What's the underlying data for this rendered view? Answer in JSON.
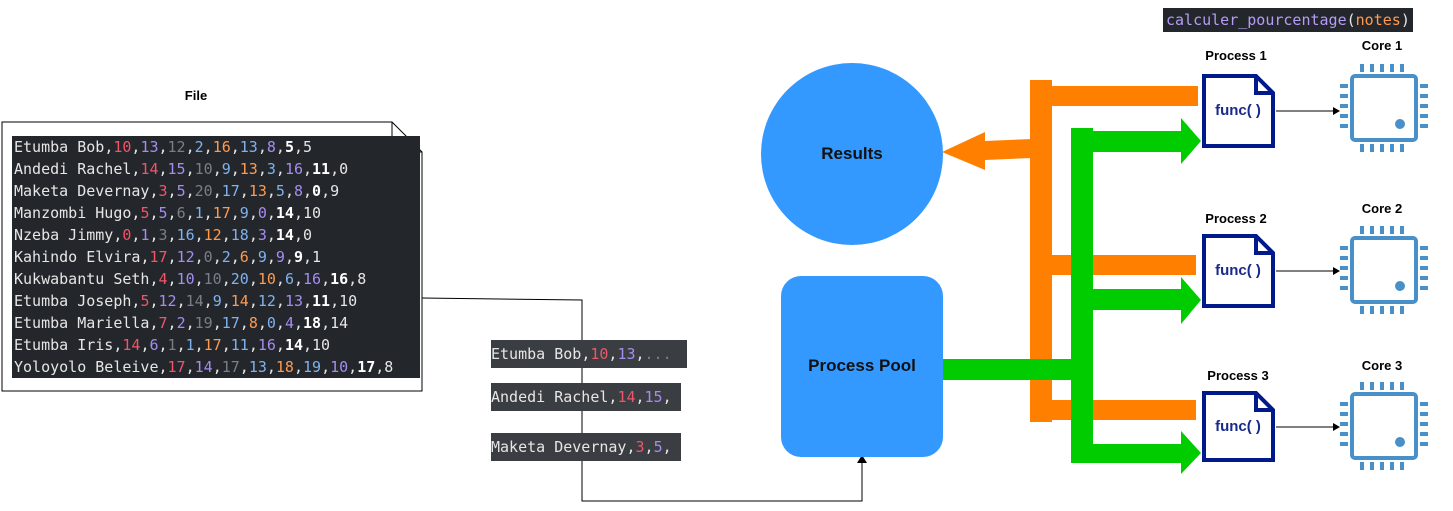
{
  "file_label": "File",
  "file_lines": [
    {
      "name": "Etumba Bob",
      "nums": [
        "10",
        "13",
        "12",
        "2",
        "16",
        "13",
        "8"
      ],
      "bold": "5",
      "last": "5"
    },
    {
      "name": "Andedi Rachel",
      "nums": [
        "14",
        "15",
        "10",
        "9",
        "13",
        "3",
        "16"
      ],
      "bold": "11",
      "last": "0"
    },
    {
      "name": "Maketa Devernay",
      "nums": [
        "3",
        "5",
        "20",
        "17",
        "13",
        "5",
        "8"
      ],
      "bold": "0",
      "last": "9"
    },
    {
      "name": "Manzombi Hugo",
      "nums": [
        "5",
        "5",
        "6",
        "1",
        "17",
        "9",
        "0"
      ],
      "bold": "14",
      "last": "10"
    },
    {
      "name": "Nzeba Jimmy",
      "nums": [
        "0",
        "1",
        "3",
        "16",
        "12",
        "18",
        "3"
      ],
      "bold": "14",
      "last": "0"
    },
    {
      "name": "Kahindo Elvira",
      "nums": [
        "17",
        "12",
        "0",
        "2",
        "6",
        "9",
        "9"
      ],
      "bold": "9",
      "last": "1"
    },
    {
      "name": "Kukwabantu Seth",
      "nums": [
        "4",
        "10",
        "10",
        "20",
        "10",
        "6",
        "16"
      ],
      "bold": "16",
      "last": "8"
    },
    {
      "name": "Etumba Joseph",
      "nums": [
        "5",
        "12",
        "14",
        "9",
        "14",
        "12",
        "13"
      ],
      "bold": "11",
      "last": "10"
    },
    {
      "name": "Etumba Mariella",
      "nums": [
        "7",
        "2",
        "19",
        "17",
        "8",
        "0",
        "4"
      ],
      "bold": "18",
      "last": "14"
    },
    {
      "name": "Etumba Iris",
      "nums": [
        "14",
        "6",
        "1",
        "1",
        "17",
        "11",
        "16"
      ],
      "bold": "14",
      "last": "10"
    },
    {
      "name": "Yoloyolo Beleive",
      "nums": [
        "17",
        "14",
        "17",
        "13",
        "18",
        "19",
        "10"
      ],
      "bold": "17",
      "last": "8"
    }
  ],
  "num_colors": [
    "#f0556a",
    "#a58cf0",
    "#7a7f87",
    "#7fb2f0",
    "#ff9a50",
    "#7fb2f0",
    "#a58cf0"
  ],
  "chunks": [
    {
      "name": "Etumba Bob",
      "nums": [
        "10",
        "13"
      ],
      "tail": "..."
    },
    {
      "name": "Andedi Rachel",
      "nums": [
        "14",
        "15"
      ],
      "tail": ""
    },
    {
      "name": "Maketa Devernay",
      "nums": [
        "3",
        "5"
      ],
      "tail": ""
    }
  ],
  "results_label": "Results",
  "pool_label": "Process Pool",
  "processes": [
    {
      "label": "Process 1",
      "func": "func( )",
      "core": "Core 1"
    },
    {
      "label": "Process 2",
      "func": "func( )",
      "core": "Core 2"
    },
    {
      "label": "Process 3",
      "func": "func( )",
      "core": "Core 3"
    }
  ],
  "function_header": {
    "name": "calculer_pourcentage",
    "open": "(",
    "arg": "notes",
    "close": ")"
  },
  "colors": {
    "results_fill": "#3399ff",
    "pool_fill": "#3399ff",
    "orange": "#ff8000",
    "green": "#00cc00",
    "func_border": "#001a8c",
    "cpu": "#4a90c8",
    "code_bg": "#23272b",
    "fn_name": "#b59cf5",
    "fn_arg": "#ff9a50"
  }
}
